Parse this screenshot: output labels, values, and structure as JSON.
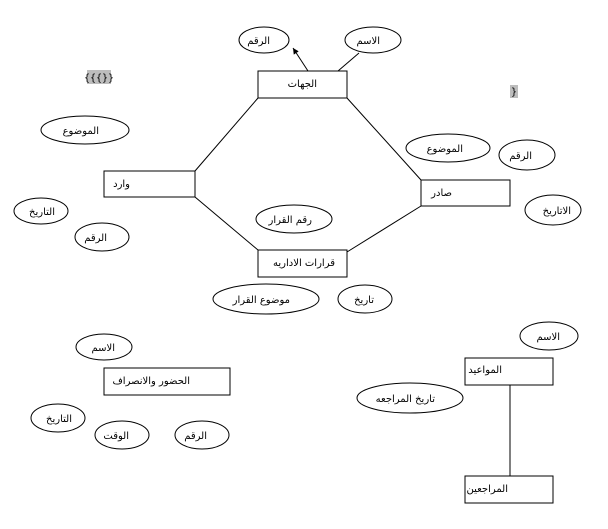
{
  "entities": {
    "jihat": "الجهات",
    "warid": "وارد",
    "sadir": "صادر",
    "qararat": "قرارات الاداريه",
    "hudur": "الحضور والانصراف",
    "mawaeid": "المواعيد",
    "murajieen": "المراجعين"
  },
  "attributes": {
    "jihat_raqm": "الرقم",
    "jihat_ism": "الاسم",
    "warid_mawdue": "الموضوع",
    "warid_tarikh": "التاريخ",
    "warid_raqm": "الرقم",
    "sadir_mawdue": "الموضوع",
    "sadir_raqm": "الرقم",
    "sadir_tarikh": "الاتاريخ",
    "qarar_raqm": "رقم القرار",
    "qarar_mawdue": "موضوع القرار",
    "qarar_tarikh": "تاريخ",
    "hudur_ism": "الاسم",
    "hudur_tarikh": "التاريخ",
    "hudur_waqt": "الوقت",
    "hudur_raqm": "الرقم",
    "mawaeid_ism": "الاسم",
    "mawaeid_tarikh": "تاريخ المراجعه"
  },
  "tags": {
    "tag_left": "{{{}}",
    "tag_right": "}"
  }
}
